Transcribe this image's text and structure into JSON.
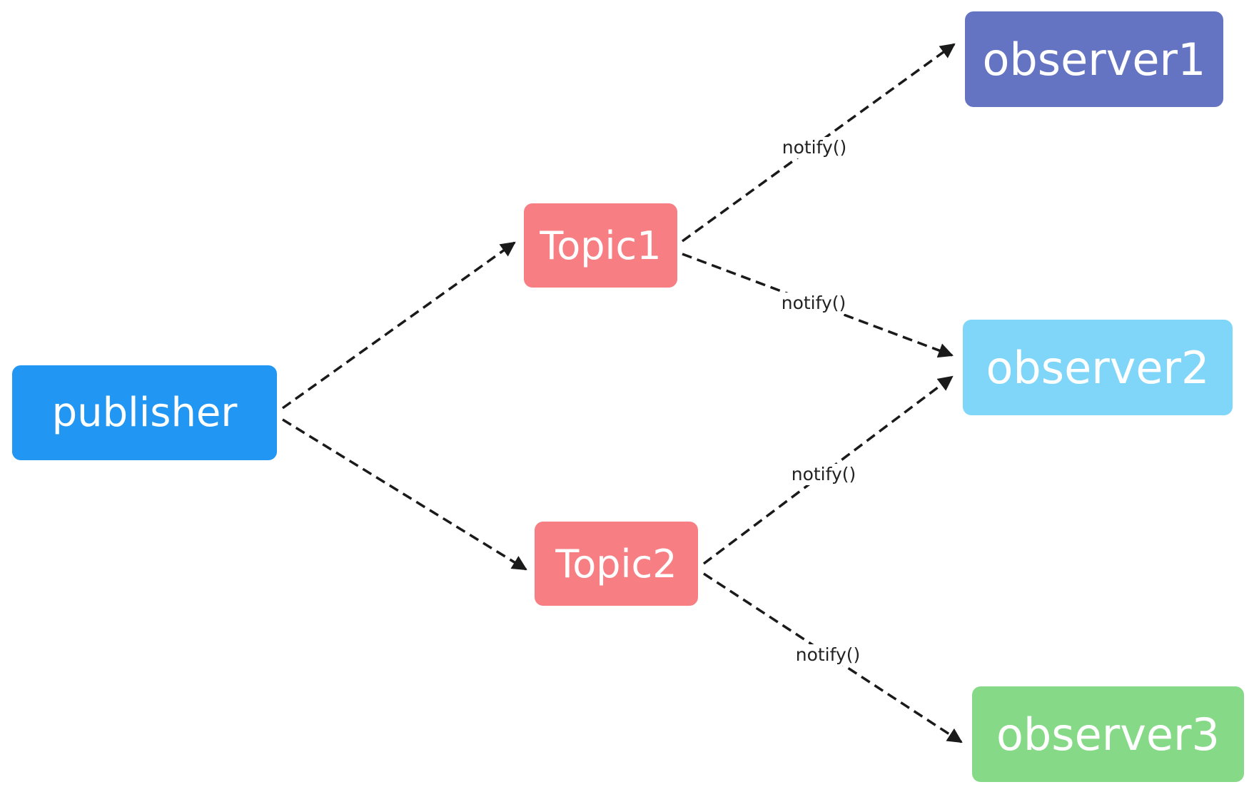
{
  "nodes": {
    "publisher": {
      "label": "publisher",
      "color": "#2196f3"
    },
    "topic1": {
      "label": "Topic1",
      "color": "#f77f83"
    },
    "topic2": {
      "label": "Topic2",
      "color": "#f77f83"
    },
    "observer1": {
      "label": "observer1",
      "color": "#6573c3"
    },
    "observer2": {
      "label": "observer2",
      "color": "#80d6f9"
    },
    "observer3": {
      "label": "observer3",
      "color": "#86d987"
    }
  },
  "edges": [
    {
      "from": "publisher",
      "to": "topic1",
      "label": ""
    },
    {
      "from": "publisher",
      "to": "topic2",
      "label": ""
    },
    {
      "from": "topic1",
      "to": "observer1",
      "label": "notify()"
    },
    {
      "from": "topic1",
      "to": "observer2",
      "label": "notify()"
    },
    {
      "from": "topic2",
      "to": "observer2",
      "label": "notify()"
    },
    {
      "from": "topic2",
      "to": "observer3",
      "label": "notify()"
    }
  ],
  "style": {
    "edge_color": "#1a1a1a",
    "line": "dashed",
    "arrowhead": "filled-triangle"
  }
}
